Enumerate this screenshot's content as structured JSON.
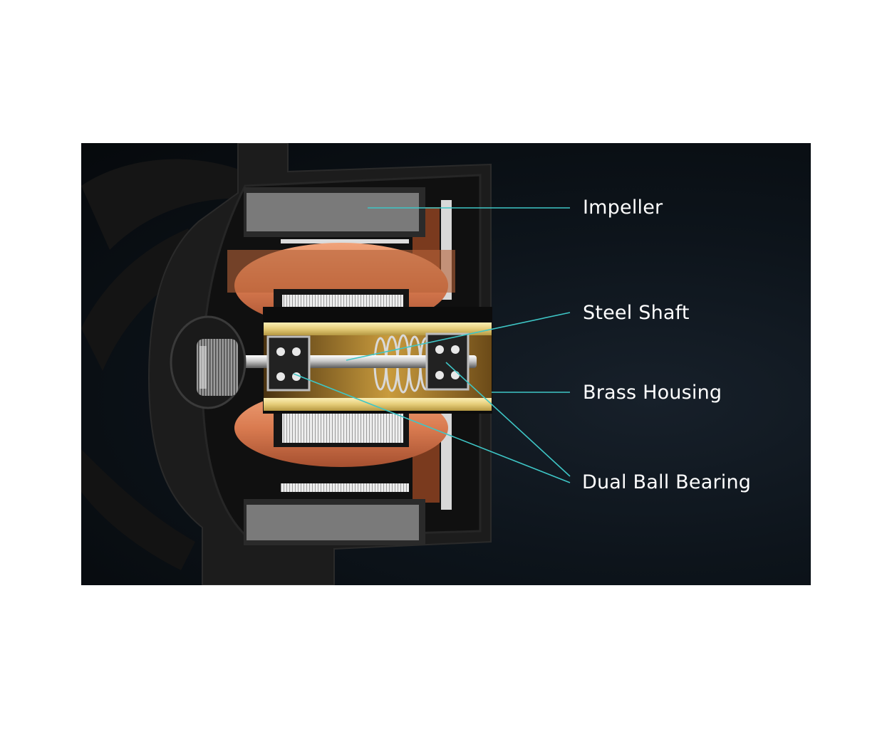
{
  "diagram": {
    "labels": {
      "impeller": "Impeller",
      "steel_shaft": "Steel Shaft",
      "brass_housing": "Brass Housing",
      "dual_ball_bearing": "Dual Ball Bearing"
    },
    "colors": {
      "leader_line": "#3ec6c6",
      "brass": "#e9d48a",
      "copper": "#e08a60",
      "frame": "#1a1a1a",
      "background": "#0b1117"
    }
  }
}
